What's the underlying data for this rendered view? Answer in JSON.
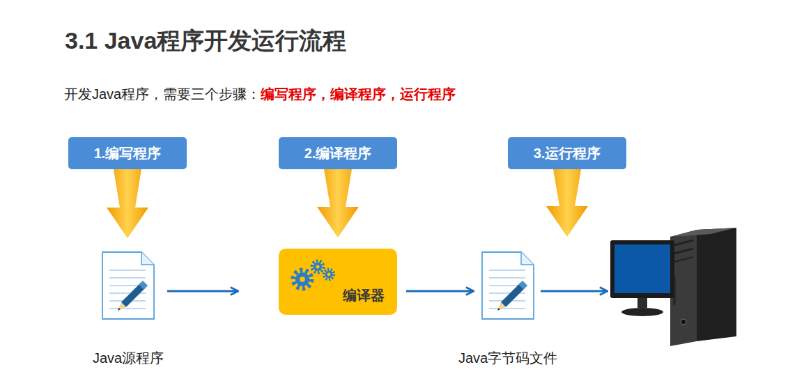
{
  "diagram": {
    "title": "3.1 Java程序开发运行流程",
    "nodes": [
      {
        "text": [
          "1.编写程序"
        ]
      },
      {
        "text": [
          "2.编译程序"
        ]
      },
      {
        "text": [
          "3.运行程序"
        ]
      },
      {
        "text": [
          "Java源程序"
        ]
      },
      {
        "text": [
          "编译器"
        ]
      },
      {
        "text": [
          "Java字节码文件"
        ]
      }
    ],
    "edges": [
      {
        "from": 0,
        "to": 3,
        "arrow": "to"
      },
      {
        "from": 1,
        "to": 4,
        "arrow": "to"
      },
      {
        "from": 3,
        "to": 4,
        "arrow": "to"
      },
      {
        "from": 4,
        "to": 5,
        "arrow": "to"
      }
    ],
    "labels": [
      "开发Java程序，需要三个步骤：",
      "编写程序，编译程序，运行程序"
    ]
  }
}
